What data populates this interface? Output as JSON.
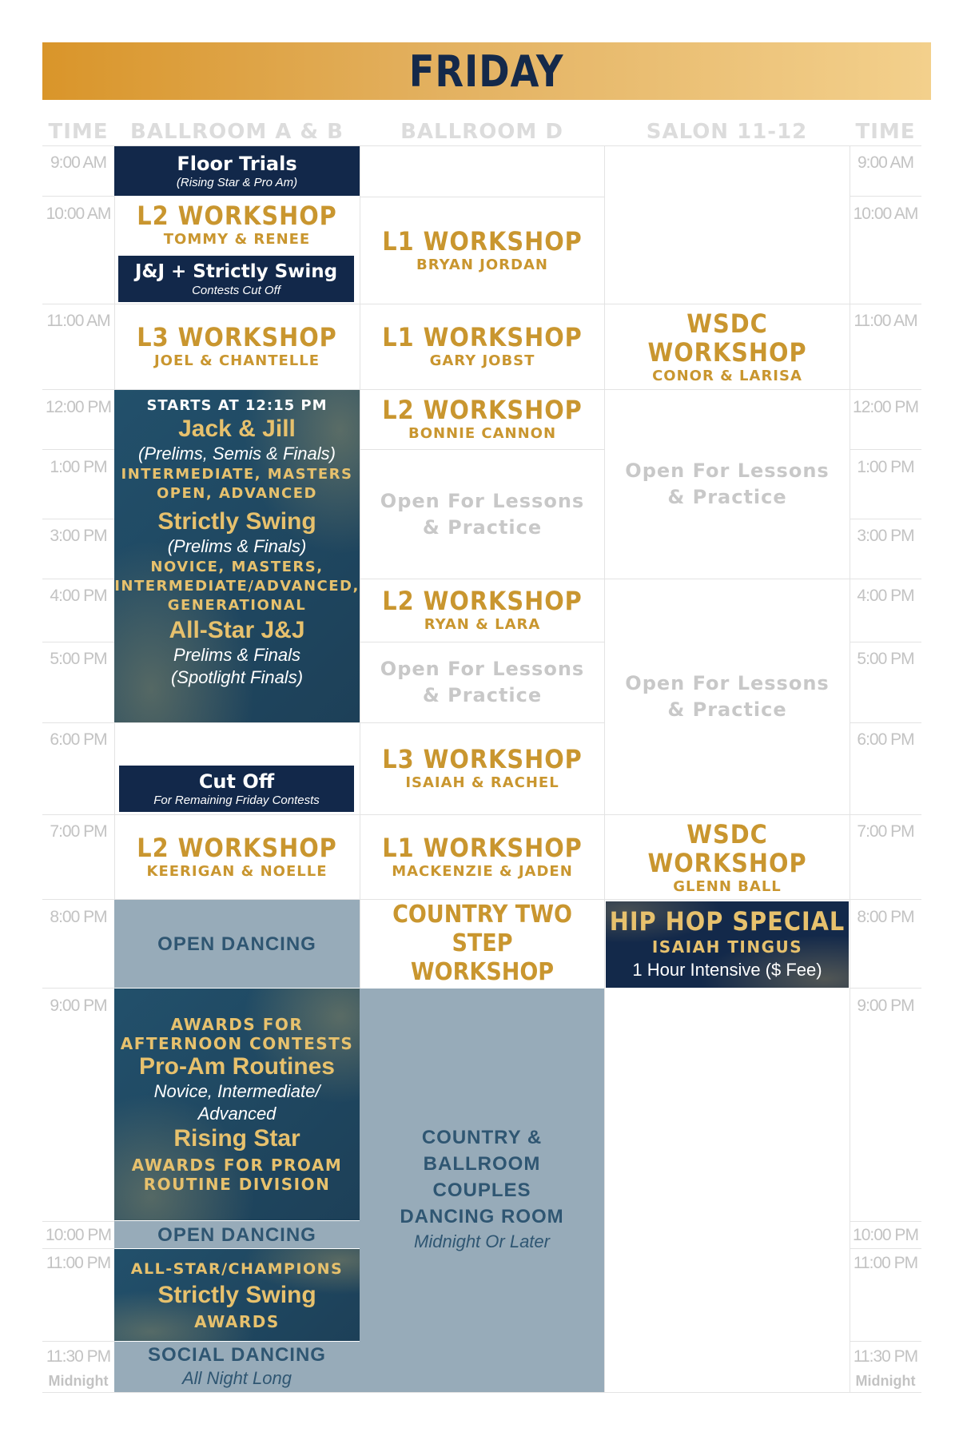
{
  "title": "FRIDAY",
  "headers": {
    "time_left": "TIME",
    "ballroom_ab": "BALLROOM A & B",
    "ballroom_d": "BALLROOM D",
    "salon": "SALON 11-12",
    "time_right": "TIME"
  },
  "times": {
    "t900am": "9:00 AM",
    "t1000am": "10:00 AM",
    "t1100am": "11:00 AM",
    "t1200pm": "12:00 PM",
    "t100pm": "1:00 PM",
    "t300pm": "3:00 PM",
    "t400pm": "4:00 PM",
    "t500pm": "5:00 PM",
    "t600pm": "6:00 PM",
    "t700pm": "7:00 PM",
    "t800pm": "8:00 PM",
    "t900pm": "9:00 PM",
    "t1000pm": "10:00 PM",
    "t1100pm": "11:00 PM",
    "t1130pm": "11:30 PM",
    "midnight": "Midnight"
  },
  "ballroom_ab": {
    "floor_trials": {
      "title": "Floor Trials",
      "sub": "(Rising Star & Pro Am)"
    },
    "l2_tommy": {
      "title": "L2 WORKSHOP",
      "inst": "TOMMY & RENEE"
    },
    "jj_cutoff": {
      "title": "J&J + Strictly Swing",
      "sub": "Contests Cut Off"
    },
    "l3_joel": {
      "title": "L3 WORKSHOP",
      "inst": "JOEL & CHANTELLE"
    },
    "contests": {
      "starts": "STARTS AT 12:15 PM",
      "jj_title": "Jack & Jill",
      "jj_rounds": "(Prelims, Semis & Finals)",
      "jj_div1": "INTERMEDIATE, MASTERS",
      "jj_div2": "OPEN, ADVANCED",
      "ss_title": "Strictly Swing",
      "ss_rounds": "(Prelims & Finals)",
      "ss_div1": "NOVICE, MASTERS,",
      "ss_div2": "INTERMEDIATE/ADVANCED,",
      "ss_div3": "GENERATIONAL",
      "as_title": "All-Star J&J",
      "as_rounds1": "Prelims & Finals",
      "as_rounds2": "(Spotlight Finals)"
    },
    "cutoff": {
      "title": "Cut Off",
      "sub": "For Remaining Friday Contests"
    },
    "l2_keerigan": {
      "title": "L2 WORKSHOP",
      "inst": "KEERIGAN & NOELLE"
    },
    "open_dancing_1": "OPEN DANCING",
    "awards": {
      "line1": "AWARDS FOR",
      "line2": "AFTERNOON CONTESTS",
      "proam_title": "Pro-Am Routines",
      "proam_div1": "Novice, Intermediate/",
      "proam_div2": "Advanced",
      "rs_title": "Rising Star",
      "rs_line1": "AWARDS FOR PROAM",
      "rs_line2": "ROUTINE DIVISION"
    },
    "open_dancing_2": "OPEN DANCING",
    "allstar": {
      "line1": "ALL-STAR/CHAMPIONS",
      "title": "Strictly Swing",
      "line2": "AWARDS"
    },
    "social": {
      "title": "SOCIAL DANCING",
      "sub": "All Night Long"
    }
  },
  "ballroom_d": {
    "l1_bryan": {
      "title": "L1 WORKSHOP",
      "inst": "BRYAN JORDAN"
    },
    "l1_gary": {
      "title": "L1 WORKSHOP",
      "inst": "GARY JOBST"
    },
    "l2_bonnie": {
      "title": "L2 WORKSHOP",
      "inst": "BONNIE CANNON"
    },
    "open1": {
      "line1": "Open For Lessons",
      "line2": "& Practice"
    },
    "l2_ryan": {
      "title": "L2 WORKSHOP",
      "inst": "RYAN & LARA"
    },
    "open2": {
      "line1": "Open For Lessons",
      "line2": "& Practice"
    },
    "l3_isaiah": {
      "title": "L3 WORKSHOP",
      "inst": "ISAIAH & RACHEL"
    },
    "l1_mackenzie": {
      "title": "L1 WORKSHOP",
      "inst": "MACKENZIE & JADEN"
    },
    "country": {
      "line1": "COUNTRY TWO STEP",
      "line2": "WORKSHOP"
    },
    "couples": {
      "line1": "COUNTRY &",
      "line2": "BALLROOM",
      "line3": "COUPLES",
      "line4": "DANCING ROOM",
      "sub": "Midnight Or Later"
    }
  },
  "salon": {
    "wsdc_conor": {
      "title": "WSDC WORKSHOP",
      "inst": "CONOR & LARISA"
    },
    "open1": {
      "line1": "Open For Lessons",
      "line2": "& Practice"
    },
    "open2": {
      "line1": "Open For Lessons",
      "line2": "& Practice"
    },
    "wsdc_glenn": {
      "title": "WSDC WORKSHOP",
      "inst": "GLENN BALL"
    },
    "hiphop": {
      "title": "HIP HOP SPECIAL",
      "inst": "ISAIAH TINGUS",
      "sub": "1 Hour Intensive ($ Fee)"
    }
  },
  "colors": {
    "navy": "#12284a",
    "gold": "#c9962f",
    "teal": "#1f4a63",
    "grey": "#97abb9"
  }
}
